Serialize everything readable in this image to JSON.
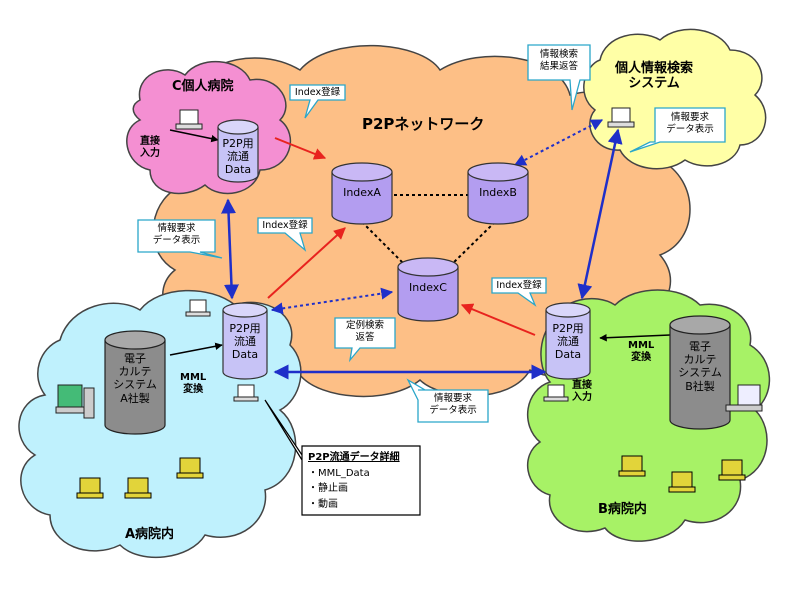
{
  "title": "P2Pネットワーク",
  "hospitals": {
    "c": {
      "name": "C個人病院",
      "direct_input": "直接\n入力",
      "store": "P2P用\n流通\nData"
    },
    "search": {
      "name": "個人情報検索\nシステム"
    },
    "a": {
      "name": "A病院内",
      "emr": "電子\nカルテ\nシステム\nA社製",
      "mml": "MML\n変換",
      "store": "P2P用\n流通\nData"
    },
    "b": {
      "name": "B病院内",
      "emr": "電子\nカルテ\nシステム\nB社製",
      "mml": "MML\n変換",
      "direct_input": "直接\n入力",
      "store": "P2P用\n流通\nData"
    }
  },
  "indexes": {
    "a": "IndexA",
    "b": "IndexB",
    "c": "IndexC"
  },
  "callouts": {
    "index_reg_top": "Index登録",
    "index_reg_mid": "Index登録",
    "index_reg_right": "Index登録",
    "search_result": "情報検索\n結果返答",
    "search_request_top": "情報要求\nデータ表示",
    "info_req_left": "情報要求\nデータ表示",
    "info_req_bottom": "情報要求\nデータ表示",
    "protocol_reply": "定例検索\n返答"
  },
  "detail": {
    "title": "P2P流通データ詳細",
    "items": [
      "・MML_Data",
      "・静止画",
      "・動画"
    ]
  },
  "colors": {
    "network_cloud": "#FDBF86",
    "c_hospital_cloud": "#F48FD2",
    "search_cloud": "#FFFFA6",
    "a_hospital_cloud": "#BFF1FD",
    "b_hospital_cloud": "#A7F266",
    "index_cylinder": "#B39DF0",
    "store_cylinder": "#C7C3F6",
    "emr_cylinder": "#8C8C8C",
    "arrow_blue": "#1F2FC9",
    "arrow_red": "#E8231E"
  }
}
